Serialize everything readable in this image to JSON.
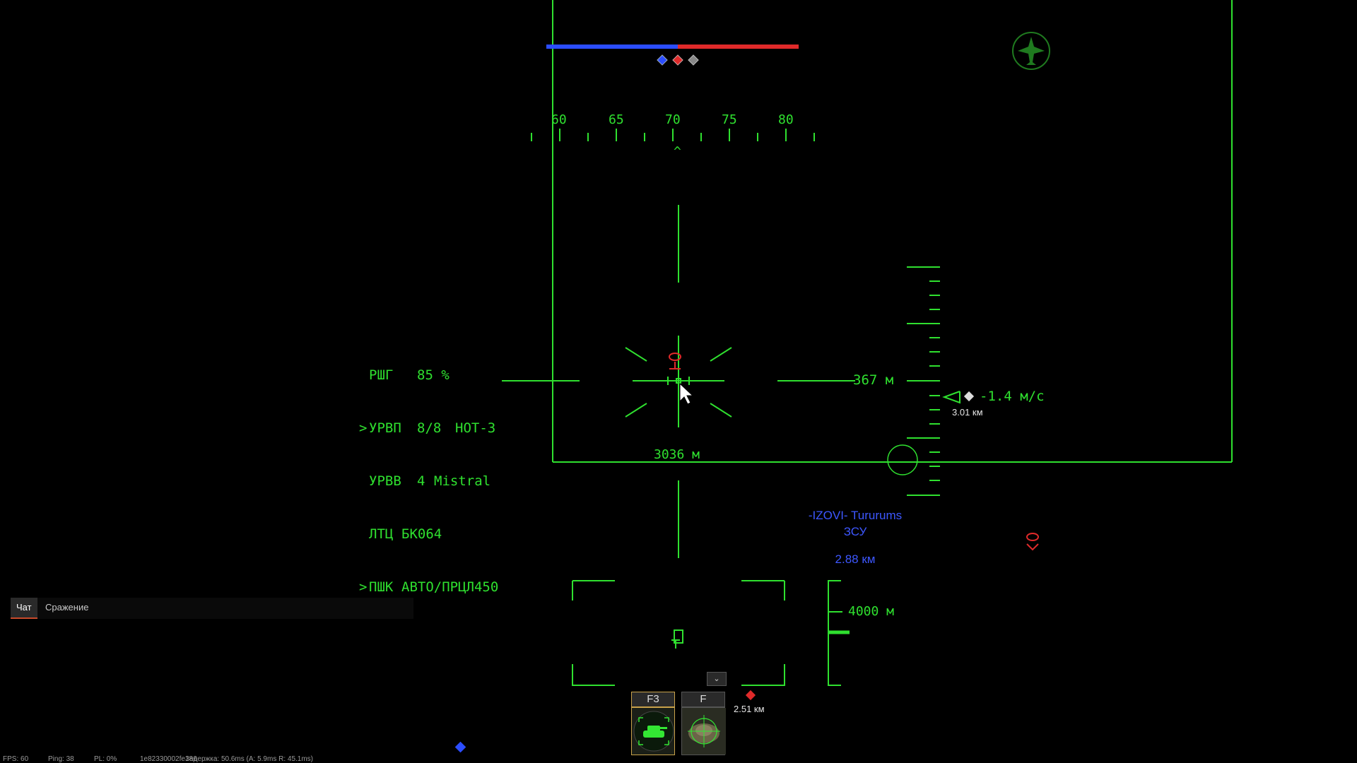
{
  "colors": {
    "hud_green": "#2fe02f",
    "team_blue": "#2b4dff",
    "team_red": "#e02a2a",
    "friendly_label": "#3d57ff"
  },
  "score_bar": {
    "blue_fraction": 0.52
  },
  "compass": {
    "ticks": [
      "60",
      "65",
      "70",
      "75",
      "80"
    ],
    "caret": "^"
  },
  "weapons": [
    {
      "selected": false,
      "code": "РШГ",
      "value": "85 %",
      "extra": ""
    },
    {
      "selected": true,
      "code": "УРВП",
      "value": "8/8",
      "extra": "HOT-3"
    },
    {
      "selected": false,
      "code": "УРВВ",
      "value": "4",
      "extra": "Mistral"
    },
    {
      "selected": false,
      "code": "ЛТЦ",
      "value": "БК064",
      "extra": ""
    },
    {
      "selected": true,
      "code": "ПШК",
      "value": "АВТО/ПРЦЛ450",
      "extra": ""
    }
  ],
  "selector_mark": ">",
  "hud": {
    "altitude": "367 м",
    "range": "3036 м",
    "vertical_speed": "-1.4 м/с",
    "vs_distance": "3.01 км",
    "range_scale": "4000 м"
  },
  "friendly": {
    "player": "-IZOVI- Tururums",
    "vehicle": "ЗСУ",
    "distance": "2.88 км"
  },
  "enemy_marker": {
    "distance": "2.51 км"
  },
  "chat": {
    "tabs": [
      "Чат",
      "Сражение"
    ],
    "active_tab": 0
  },
  "slots": [
    {
      "key": "F3",
      "active": true,
      "icon": "tank-icon"
    },
    {
      "key": "F",
      "active": false,
      "icon": "vehicle-thumbnail"
    }
  ],
  "status": {
    "fps": "FPS: 60",
    "ping": "Ping: 38",
    "pl": "PL: 0%",
    "build": "1e82330002fe186",
    "latency": "Задержка: 50.6ms (A: 5.9ms R: 45.1ms)"
  }
}
